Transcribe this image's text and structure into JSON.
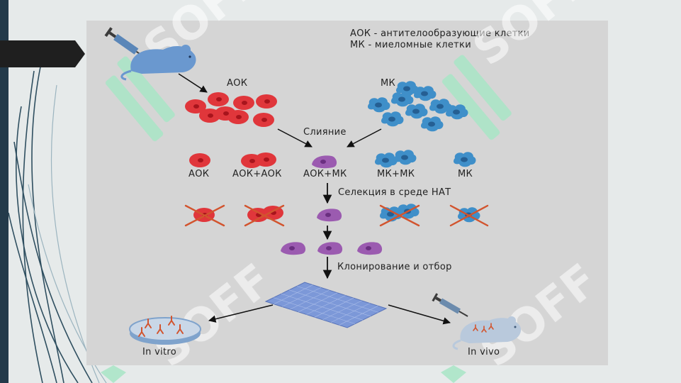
{
  "legend": {
    "line1": "АОК - антителообразующие клетки",
    "line2": "МК - миеломные клетки"
  },
  "labels": {
    "aok_top": "АОК",
    "mk_top": "МК",
    "fusion": "Слияние",
    "row_aok": "АОК",
    "row_aok_aok": "АОК+АОК",
    "row_aok_mk": "АОК+МК",
    "row_mk_mk": "МК+МК",
    "row_mk": "МК",
    "selection": "Селекция в среде НАТ",
    "cloning": "Клонирование и отбор",
    "in_vitro": "In vitro",
    "in_vivo": "In vivo"
  },
  "watermark": "SOFF",
  "colors": {
    "aok_cell": "#e0363b",
    "mk_cell": "#3f8fc9",
    "hybrid_cell": "#9b5bb0",
    "cross": "#d2542e",
    "plate": "#6f8fd3",
    "panel": "#d5d5d5",
    "dark_bar": "#233a4a",
    "watermark": "#a8e6c6"
  }
}
